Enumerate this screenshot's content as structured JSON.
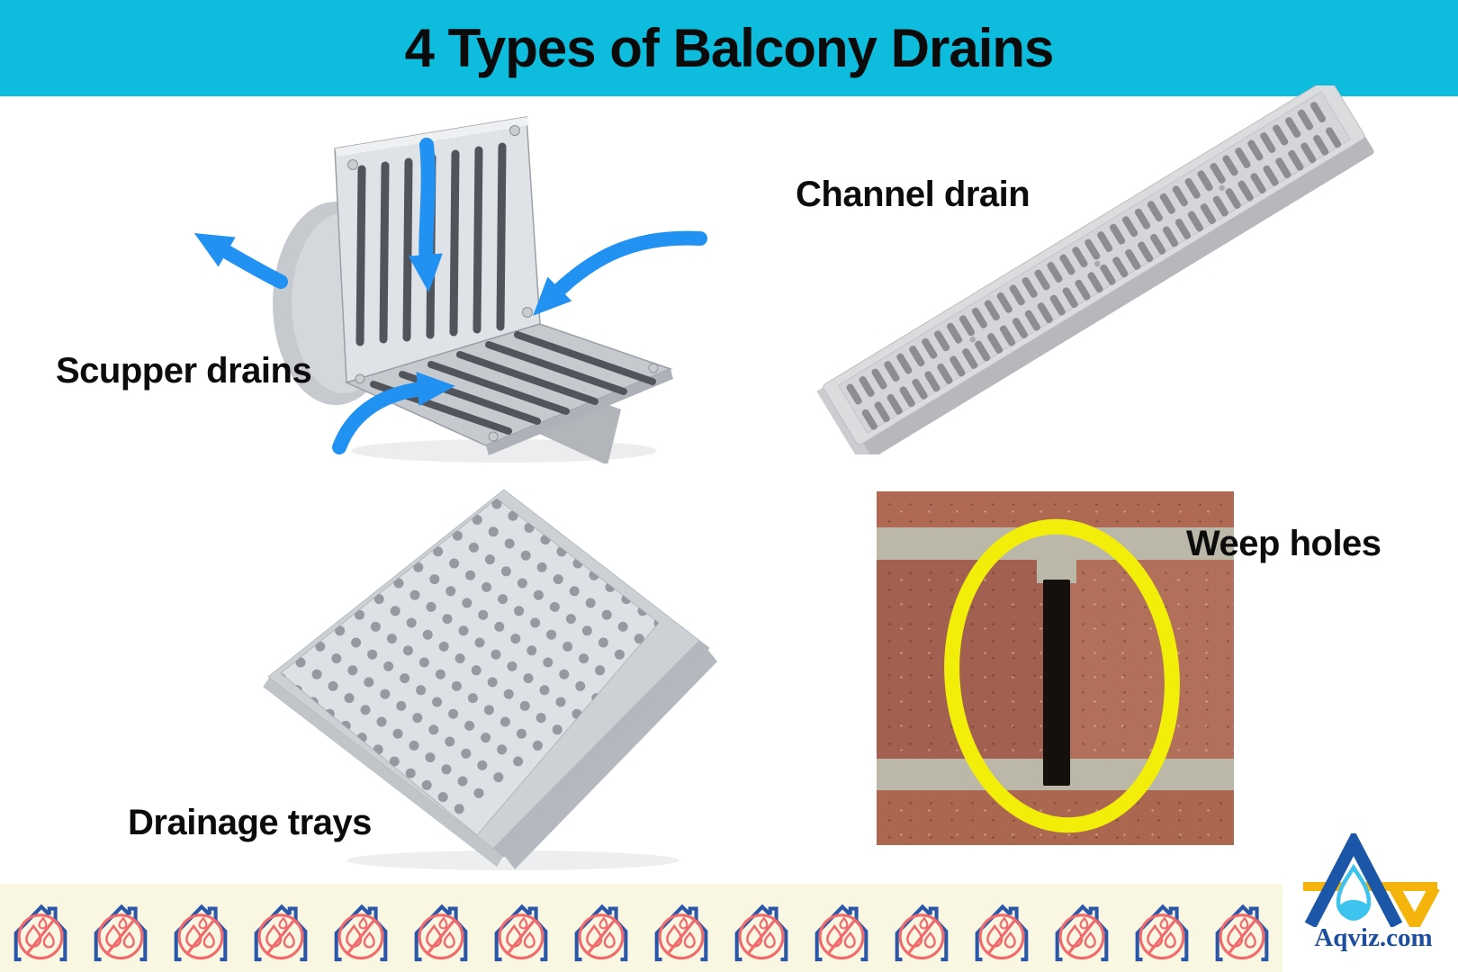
{
  "header": {
    "title": "4 Types of Balcony Drains",
    "background_color": "#0ebddd",
    "text_color": "#0b0b0b"
  },
  "drain_types": {
    "scupper": {
      "label": "Scupper drains"
    },
    "channel": {
      "label": "Channel drain"
    },
    "trays": {
      "label": "Drainage trays"
    },
    "weep": {
      "label": "Weep holes"
    }
  },
  "annotations": {
    "arrow_color": "#2191f2",
    "highlight_ring_color": "#f2ee0a"
  },
  "footer": {
    "background_color": "#f9f6e2",
    "house_icon_count": 16,
    "house_color": "#2b57a8",
    "no_water_color": "#f2696b"
  },
  "branding": {
    "site_name": "Aqviz.com",
    "logo_blue": "#1b56a8",
    "logo_yellow": "#f5b40b",
    "logo_drop_color": "#3cc3ee",
    "text_color": "#1d4f9e"
  }
}
